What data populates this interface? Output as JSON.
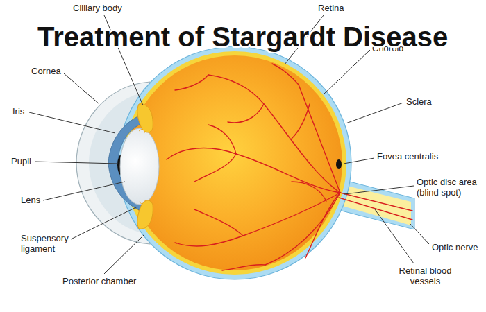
{
  "diagram": {
    "title": "Treatment of Stargardt Disease",
    "labels": [
      "Cilliary body",
      "Retina",
      "Cornea",
      "Choroid",
      "Iris",
      "Sclera",
      "Pupil",
      "Fovea centralis",
      "Lens",
      "Optic disc area (blind spot)",
      "Suspensory ligament",
      "Optic nerve",
      "Retinal blood vessels",
      "Posterior chamber"
    ]
  }
}
